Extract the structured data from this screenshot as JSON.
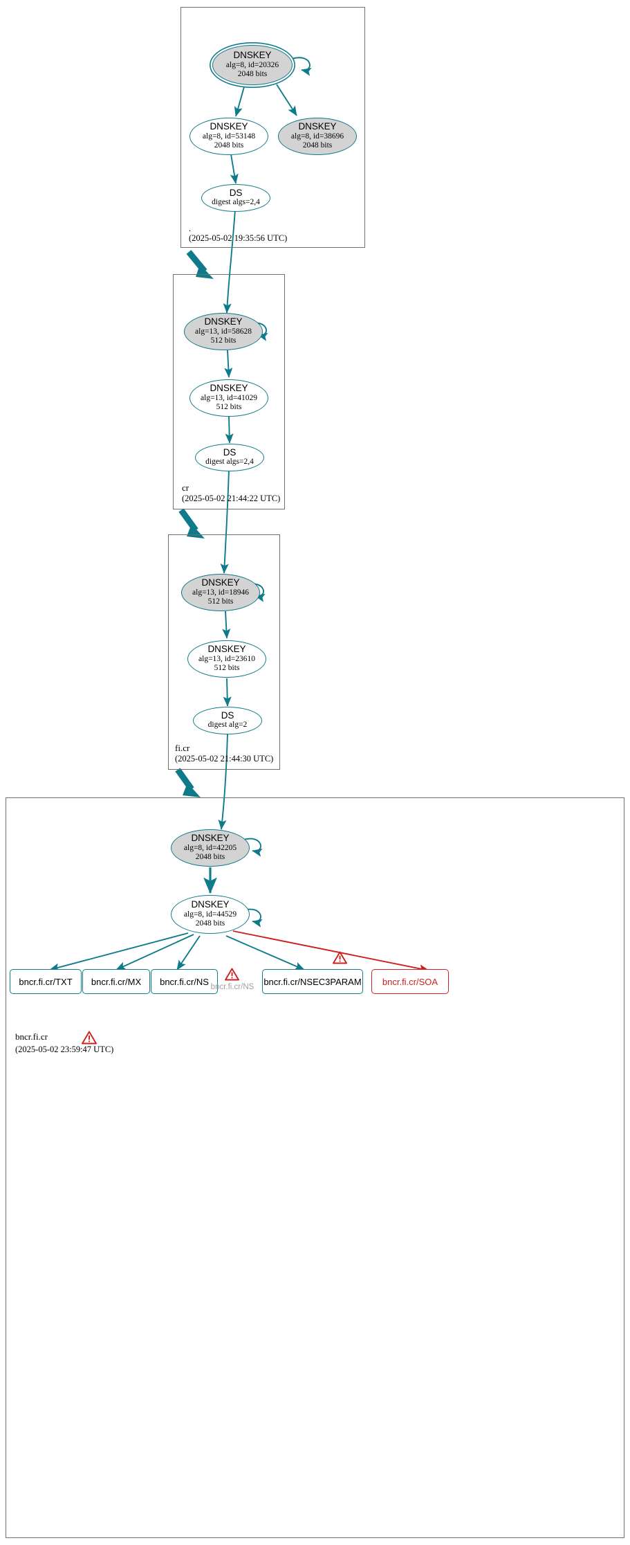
{
  "colors": {
    "edge_teal": "#0f7b8a",
    "node_fill_secure": "#d3d3d3",
    "error_red": "#cc1f1f",
    "zone_border": "#6e6e6e",
    "ghost_gray": "#a0a0a0"
  },
  "zones": [
    {
      "id": "root",
      "label": ".",
      "timestamp": "(2025-05-02 19:35:56 UTC)",
      "nodes": [
        {
          "id": "root-ksk",
          "type": "DNSKEY",
          "title": "DNSKEY",
          "line1": "alg=8, id=20326",
          "line2": "2048 bits",
          "alg": "8",
          "key_id": "20326",
          "bits": "2048",
          "style": "double-filled",
          "self_sign": true
        },
        {
          "id": "root-zsk",
          "type": "DNSKEY",
          "title": "DNSKEY",
          "line1": "alg=8, id=53148",
          "line2": "2048 bits",
          "alg": "8",
          "key_id": "53148",
          "bits": "2048",
          "style": "plain",
          "self_sign": false
        },
        {
          "id": "root-other",
          "type": "DNSKEY",
          "title": "DNSKEY",
          "line1": "alg=8, id=38696",
          "line2": "2048 bits",
          "alg": "8",
          "key_id": "38696",
          "bits": "2048",
          "style": "filled",
          "self_sign": false
        },
        {
          "id": "root-ds",
          "type": "DS",
          "title": "DS",
          "line1": "digest algs=2,4",
          "line2": "",
          "style": "plain",
          "self_sign": false
        }
      ]
    },
    {
      "id": "cr",
      "label": "cr",
      "timestamp": "(2025-05-02 21:44:22 UTC)",
      "nodes": [
        {
          "id": "cr-ksk",
          "type": "DNSKEY",
          "title": "DNSKEY",
          "line1": "alg=13, id=58628",
          "line2": "512 bits",
          "alg": "13",
          "key_id": "58628",
          "bits": "512",
          "style": "filled",
          "self_sign": true
        },
        {
          "id": "cr-zsk",
          "type": "DNSKEY",
          "title": "DNSKEY",
          "line1": "alg=13, id=41029",
          "line2": "512 bits",
          "alg": "13",
          "key_id": "41029",
          "bits": "512",
          "style": "plain",
          "self_sign": false
        },
        {
          "id": "cr-ds",
          "type": "DS",
          "title": "DS",
          "line1": "digest algs=2,4",
          "line2": "",
          "style": "plain",
          "self_sign": false
        }
      ]
    },
    {
      "id": "ficr",
      "label": "fi.cr",
      "timestamp": "(2025-05-02 21:44:30 UTC)",
      "nodes": [
        {
          "id": "ficr-ksk",
          "type": "DNSKEY",
          "title": "DNSKEY",
          "line1": "alg=13, id=18946",
          "line2": "512 bits",
          "alg": "13",
          "key_id": "18946",
          "bits": "512",
          "style": "filled",
          "self_sign": true
        },
        {
          "id": "ficr-zsk",
          "type": "DNSKEY",
          "title": "DNSKEY",
          "line1": "alg=13, id=23610",
          "line2": "512 bits",
          "alg": "13",
          "key_id": "23610",
          "bits": "512",
          "style": "plain",
          "self_sign": false
        },
        {
          "id": "ficr-ds",
          "type": "DS",
          "title": "DS",
          "line1": "digest alg=2",
          "line2": "",
          "style": "plain",
          "self_sign": false
        }
      ]
    },
    {
      "id": "bncrficr",
      "label": "bncr.fi.cr",
      "timestamp": "(2025-05-02 23:59:47 UTC)",
      "has_zone_warning": true,
      "nodes": [
        {
          "id": "b-ksk",
          "type": "DNSKEY",
          "title": "DNSKEY",
          "line1": "alg=8, id=42205",
          "line2": "2048 bits",
          "alg": "8",
          "key_id": "42205",
          "bits": "2048",
          "style": "filled",
          "self_sign": true
        },
        {
          "id": "b-zsk",
          "type": "DNSKEY",
          "title": "DNSKEY",
          "line1": "alg=8, id=44529",
          "line2": "2048 bits",
          "alg": "8",
          "key_id": "44529",
          "bits": "2048",
          "style": "plain",
          "self_sign": true
        }
      ],
      "rrsets": [
        {
          "id": "rr-txt",
          "label": "bncr.fi.cr/TXT",
          "status": "ok"
        },
        {
          "id": "rr-mx",
          "label": "bncr.fi.cr/MX",
          "status": "ok"
        },
        {
          "id": "rr-ns",
          "label": "bncr.fi.cr/NS",
          "status": "ok"
        },
        {
          "id": "rr-ns-ghost",
          "label": "bncr.fi.cr/NS",
          "status": "warning-ghost"
        },
        {
          "id": "rr-nsec3param",
          "label": "bncr.fi.cr/NSEC3PARAM",
          "status": "ok"
        },
        {
          "id": "rr-soa",
          "label": "bncr.fi.cr/SOA",
          "status": "error"
        }
      ]
    }
  ],
  "icons": {
    "warning": "warning-triangle-icon",
    "self_loop": "self-signature-loop-icon",
    "delegation_arrow": "delegation-arrow-icon"
  }
}
